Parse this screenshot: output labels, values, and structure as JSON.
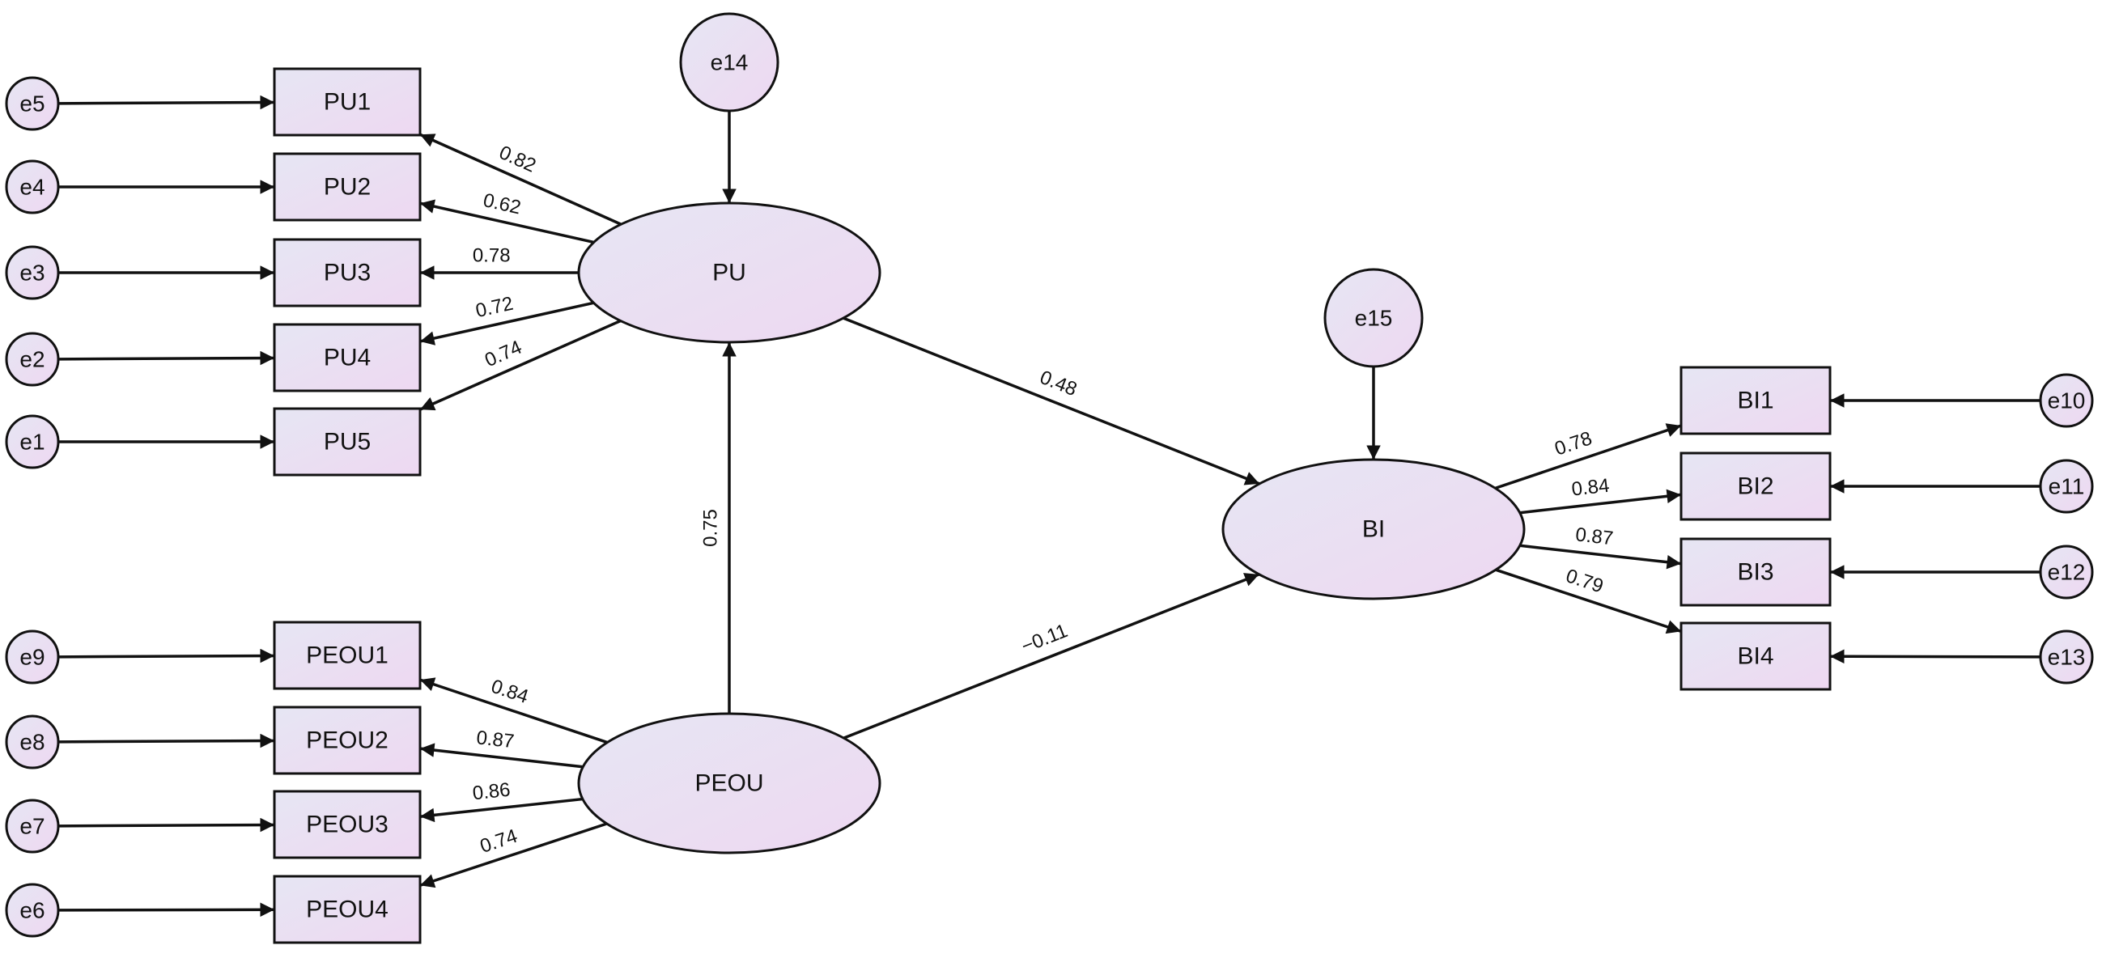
{
  "diagram": {
    "errors": [
      {
        "id": "e5",
        "label": "e5"
      },
      {
        "id": "e4",
        "label": "e4"
      },
      {
        "id": "e3",
        "label": "e3"
      },
      {
        "id": "e2",
        "label": "e2"
      },
      {
        "id": "e1",
        "label": "e1"
      },
      {
        "id": "e9",
        "label": "e9"
      },
      {
        "id": "e8",
        "label": "e8"
      },
      {
        "id": "e7",
        "label": "e7"
      },
      {
        "id": "e6",
        "label": "e6"
      },
      {
        "id": "e10",
        "label": "e10"
      },
      {
        "id": "e11",
        "label": "e11"
      },
      {
        "id": "e12",
        "label": "e12"
      },
      {
        "id": "e13",
        "label": "e13"
      },
      {
        "id": "e14",
        "label": "e14"
      },
      {
        "id": "e15",
        "label": "e15"
      }
    ],
    "indicators": [
      {
        "id": "PU1",
        "label": "PU1"
      },
      {
        "id": "PU2",
        "label": "PU2"
      },
      {
        "id": "PU3",
        "label": "PU3"
      },
      {
        "id": "PU4",
        "label": "PU4"
      },
      {
        "id": "PU5",
        "label": "PU5"
      },
      {
        "id": "PEOU1",
        "label": "PEOU1"
      },
      {
        "id": "PEOU2",
        "label": "PEOU2"
      },
      {
        "id": "PEOU3",
        "label": "PEOU3"
      },
      {
        "id": "PEOU4",
        "label": "PEOU4"
      },
      {
        "id": "BI1",
        "label": "BI1"
      },
      {
        "id": "BI2",
        "label": "BI2"
      },
      {
        "id": "BI3",
        "label": "BI3"
      },
      {
        "id": "BI4",
        "label": "BI4"
      }
    ],
    "latents": [
      {
        "id": "PU",
        "label": "PU"
      },
      {
        "id": "PEOU",
        "label": "PEOU"
      },
      {
        "id": "BI",
        "label": "BI"
      }
    ],
    "loadings": [
      {
        "from": "PU",
        "to": "PU1",
        "value": "0.82"
      },
      {
        "from": "PU",
        "to": "PU2",
        "value": "0.62"
      },
      {
        "from": "PU",
        "to": "PU3",
        "value": "0.78"
      },
      {
        "from": "PU",
        "to": "PU4",
        "value": "0.72"
      },
      {
        "from": "PU",
        "to": "PU5",
        "value": "0.74"
      },
      {
        "from": "PEOU",
        "to": "PEOU1",
        "value": "0.84"
      },
      {
        "from": "PEOU",
        "to": "PEOU2",
        "value": "0.87"
      },
      {
        "from": "PEOU",
        "to": "PEOU3",
        "value": "0.86"
      },
      {
        "from": "PEOU",
        "to": "PEOU4",
        "value": "0.74"
      },
      {
        "from": "BI",
        "to": "BI1",
        "value": "0.78"
      },
      {
        "from": "BI",
        "to": "BI2",
        "value": "0.84"
      },
      {
        "from": "BI",
        "to": "BI3",
        "value": "0.87"
      },
      {
        "from": "BI",
        "to": "BI4",
        "value": "0.79"
      }
    ],
    "paths": [
      {
        "from": "PEOU",
        "to": "PU",
        "value": "0.75"
      },
      {
        "from": "PU",
        "to": "BI",
        "value": "0.48"
      },
      {
        "from": "PEOU",
        "to": "BI",
        "value": "−0.11"
      }
    ],
    "colors": {
      "fill_start": "#e6e6f3",
      "fill_end": "#eed8f2",
      "stroke": "#111111"
    }
  }
}
